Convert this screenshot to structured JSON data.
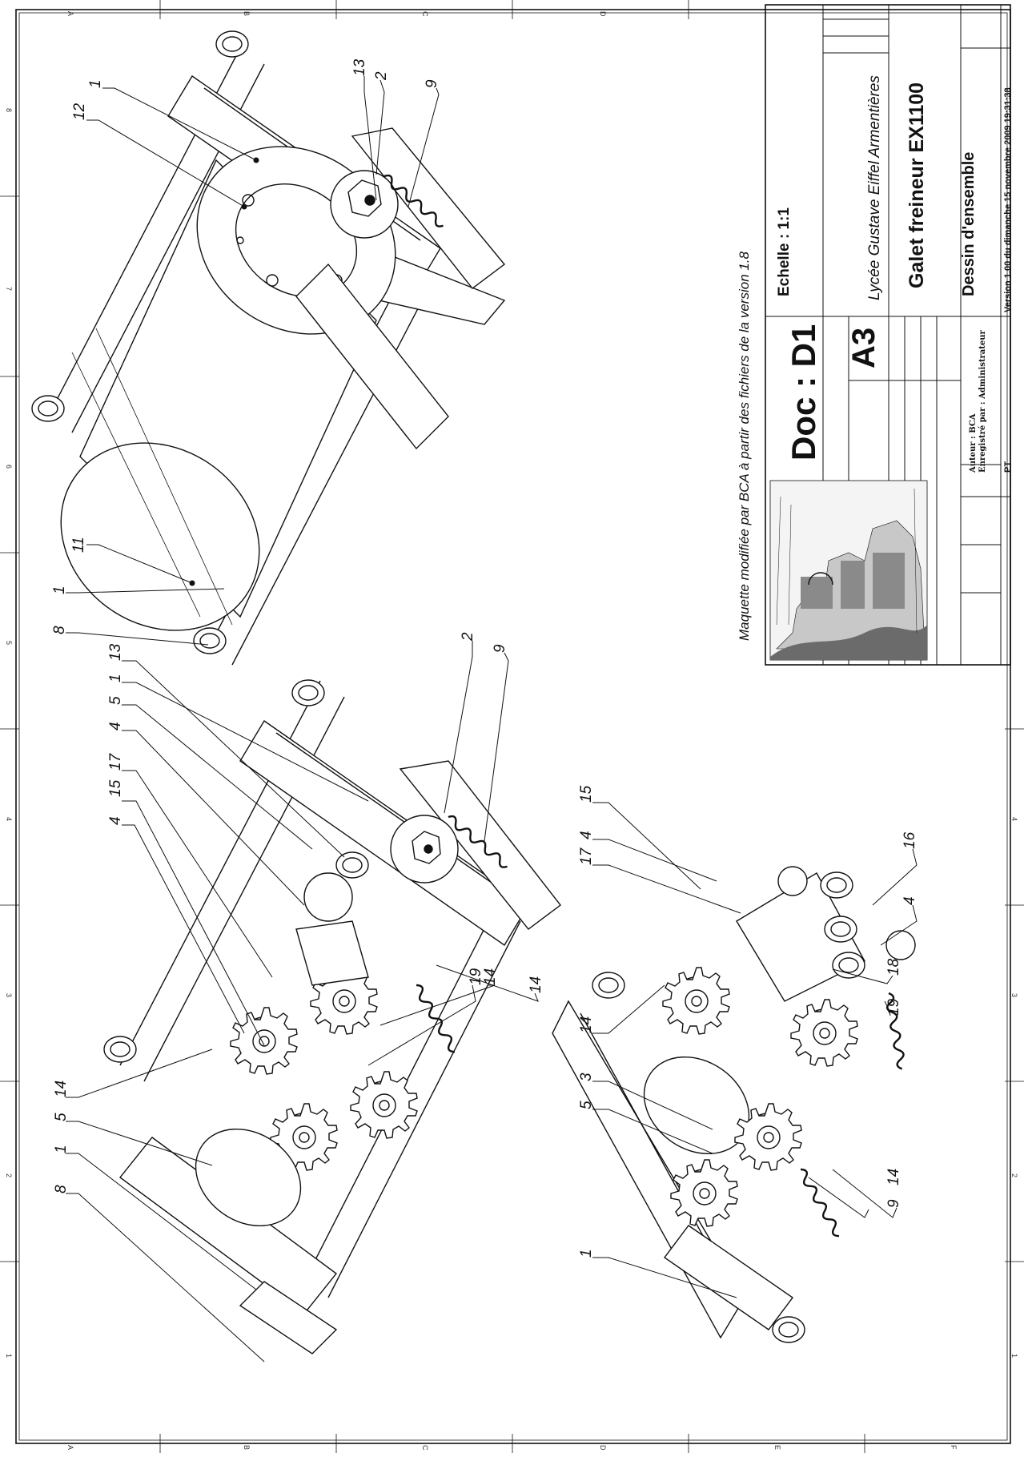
{
  "frame": {
    "zone_letters": [
      "A",
      "B",
      "C",
      "D",
      "E",
      "F"
    ],
    "zone_numbers": [
      "1",
      "2",
      "3",
      "4",
      "5",
      "6",
      "7",
      "8"
    ]
  },
  "title_block": {
    "scale": "Echelle : 1:1",
    "school": "Lycée Gustave Eiffel Armentières",
    "title": "Galet freineur EX1100",
    "doc": "Doc : D1",
    "format": "A3",
    "drawing_type": "Dessin d'ensemble",
    "author": "Auteur : BCA",
    "saved_by": "Enregistré par : Administrateur",
    "version": "Version 1.00  du dimanche 15 novembre 2009 19:31:38",
    "code": "PT"
  },
  "note": "Maquette modifiée par BCA à partir des fichiers de la version 1.8",
  "views": {
    "top": [
      "12",
      "1",
      "13",
      "2",
      "9",
      "11",
      "1",
      "8"
    ],
    "middle": [
      "13",
      "1",
      "2",
      "9",
      "5",
      "4",
      "17",
      "15",
      "4",
      "14",
      "14",
      "19",
      "14",
      "5",
      "1",
      "8"
    ],
    "bottom": [
      "15",
      "4",
      "17",
      "16",
      "4",
      "18",
      "19",
      "14",
      "9",
      "14",
      "3",
      "5",
      "1"
    ]
  },
  "colors": {
    "line": "#111111",
    "part_fill": "#ffffff",
    "paper": "#ffffff"
  }
}
